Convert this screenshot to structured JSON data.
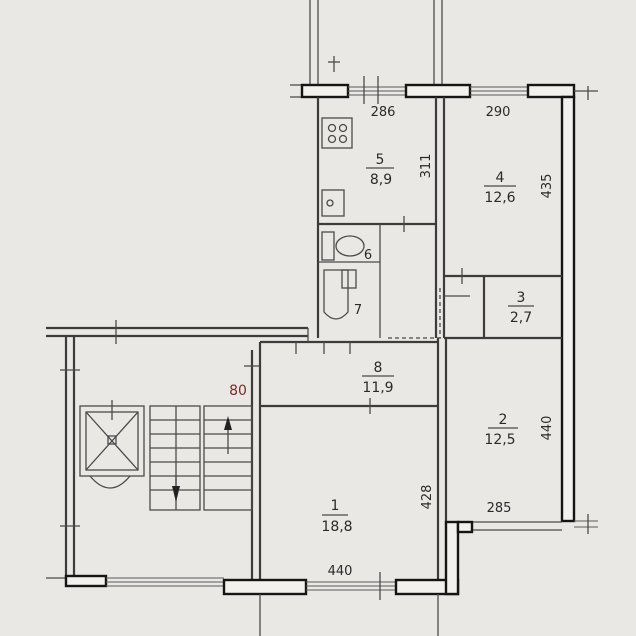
{
  "plan": {
    "rooms": [
      {
        "number": "1",
        "area": "18,8"
      },
      {
        "number": "2",
        "area": "12,5"
      },
      {
        "number": "3",
        "area": "2,7"
      },
      {
        "number": "4",
        "area": "12,6"
      },
      {
        "number": "5",
        "area": "8,9"
      },
      {
        "number": "6",
        "area": ""
      },
      {
        "number": "7",
        "area": ""
      },
      {
        "number": "8",
        "area": "11,9"
      }
    ],
    "dimensions": {
      "top_kitchen": "286",
      "top_room4": "290",
      "kitchen_height": "311",
      "room4_height": "435",
      "room2_height": "440",
      "room2_width": "285",
      "room1_height": "428",
      "room1_width": "440"
    },
    "stair_label": "80",
    "colors": {
      "background": "#e9e8e4",
      "heavy_wall": "#151515",
      "thin_line": "#4a4a4a",
      "stair_label": "#7a2a2a"
    }
  }
}
